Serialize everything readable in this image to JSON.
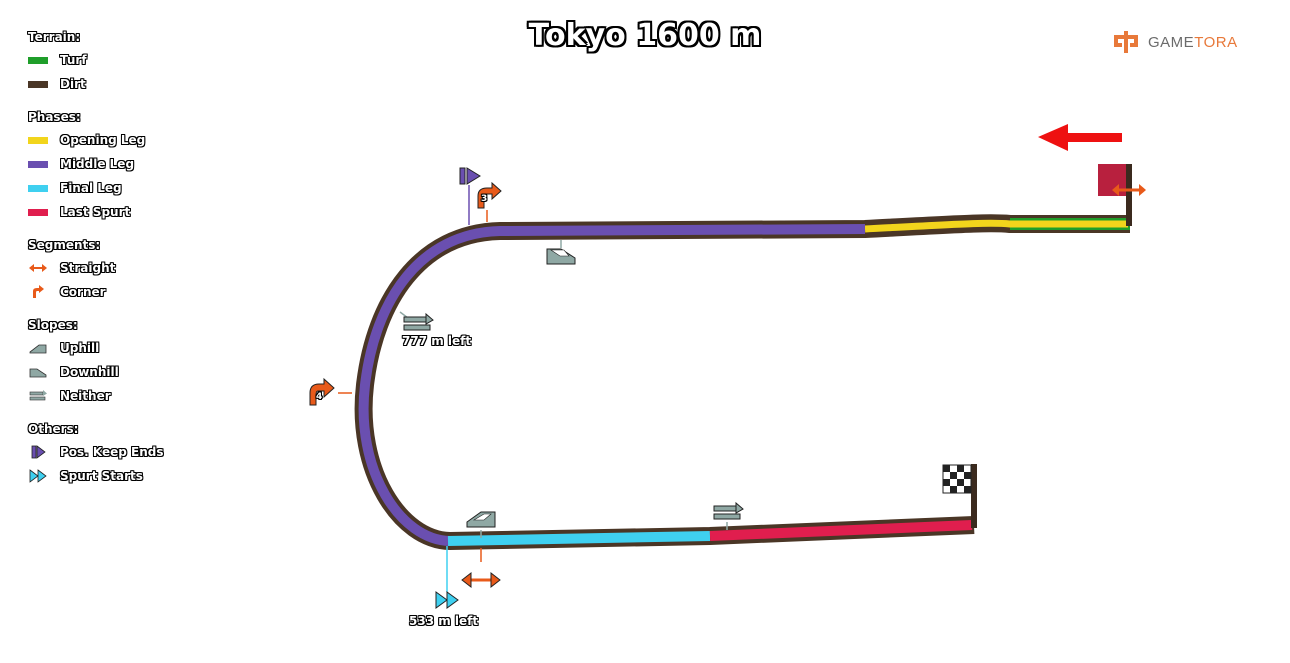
{
  "title": "Tokyo 1600 m",
  "brand": {
    "name_part1": "GAME",
    "name_part2": "TORA"
  },
  "legend": {
    "terrain": {
      "heading": "Terrain:",
      "items": [
        {
          "label": "Turf",
          "color": "#1f9e2a"
        },
        {
          "label": "Dirt",
          "color": "#4a3626"
        }
      ]
    },
    "phases": {
      "heading": "Phases:",
      "items": [
        {
          "label": "Opening Leg",
          "color": "#f2d51c"
        },
        {
          "label": "Middle Leg",
          "color": "#6a4fb0"
        },
        {
          "label": "Final Leg",
          "color": "#3fd0f0"
        },
        {
          "label": "Last Spurt",
          "color": "#e01e4e"
        }
      ]
    },
    "segments": {
      "heading": "Segments:",
      "items": [
        {
          "label": "Straight",
          "icon": "straight-arrow-icon"
        },
        {
          "label": "Corner",
          "icon": "corner-arrow-icon"
        }
      ]
    },
    "slopes": {
      "heading": "Slopes:",
      "items": [
        {
          "label": "Uphill",
          "icon": "uphill-icon"
        },
        {
          "label": "Downhill",
          "icon": "downhill-icon"
        },
        {
          "label": "Neither",
          "icon": "flat-icon"
        }
      ]
    },
    "others": {
      "heading": "Others:",
      "items": [
        {
          "label": "Pos. Keep Ends",
          "icon": "position-keep-end-icon"
        },
        {
          "label": "Spurt Starts",
          "icon": "spurt-start-icon"
        }
      ]
    }
  },
  "markers": {
    "corner_3": "3",
    "corner_4": "4",
    "slope_left_label": "777 m left",
    "spurt_left_label": "533 m left"
  },
  "colors": {
    "straight": "#e85a1a",
    "corner": "#e85a1a",
    "slope_icon": "#8fa8a4",
    "direction_arrow": "#ee1111"
  }
}
